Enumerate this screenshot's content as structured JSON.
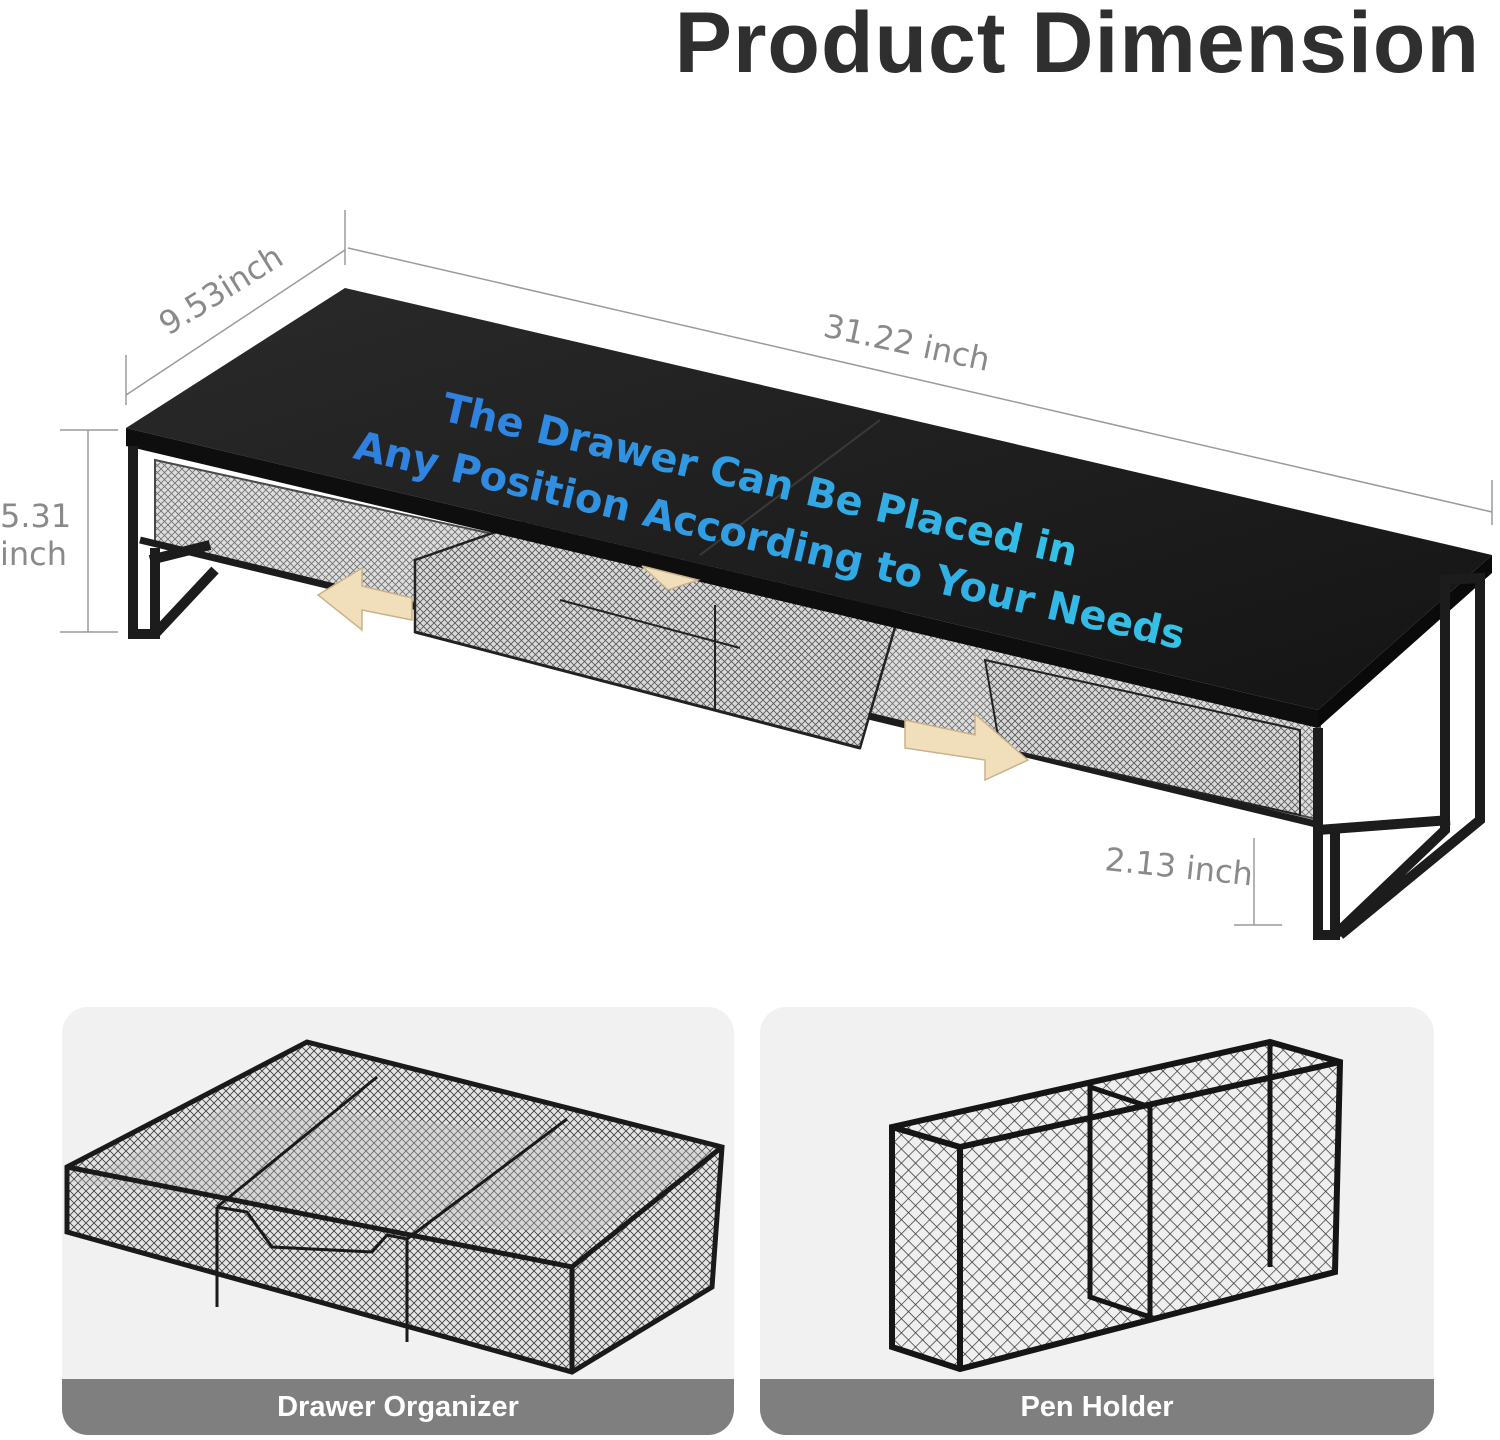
{
  "title": "Product Dimension",
  "dimensions": {
    "depth": "9.53inch",
    "width": "31.22 inch",
    "height_value": "5.31",
    "height_unit": "inch",
    "clearance": "2.13 inch"
  },
  "promo": {
    "line1": "The Drawer Can Be Placed in",
    "line2": "Any Position According to Your Needs"
  },
  "accessories": [
    {
      "label": "Drawer Organizer"
    },
    {
      "label": "Pen Holder"
    }
  ],
  "colors": {
    "frame": "#1c1c1c",
    "text_blue_start": "#2f7fe0",
    "text_blue_end": "#34c3e6",
    "arrow": "#f1dfbc",
    "label_bar": "#7f7f7f",
    "card_bg": "#f1f1f1"
  }
}
